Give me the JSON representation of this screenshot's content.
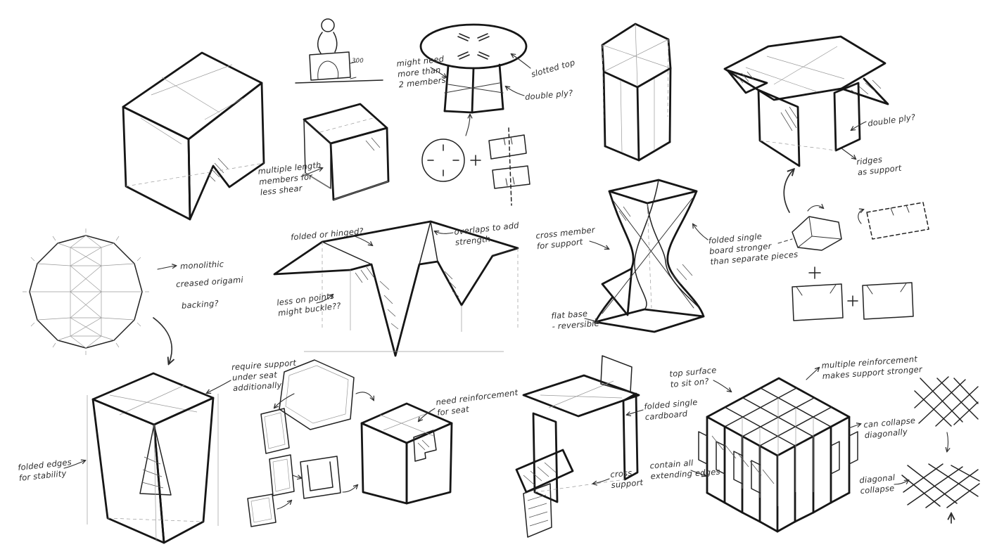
{
  "page": {
    "background": "#ffffff",
    "ink": "#161616",
    "construction_ink": "#9a9a9a",
    "annotation_ink": "#2e2e2e"
  },
  "annotations": {
    "scale_dimension": [
      "300"
    ],
    "more_members": [
      "might need",
      "more than",
      "2 members"
    ],
    "slotted_top": [
      "slotted top"
    ],
    "double_ply_round_table": [
      "double ply?"
    ],
    "multiple_length_members": [
      "multiple length",
      "members for",
      "less shear"
    ],
    "folded_or_hinged": [
      "folded or hinged?"
    ],
    "overlaps_strength": [
      "overlaps to add",
      "strength"
    ],
    "less_on_points": [
      "less on points",
      "might buckle??"
    ],
    "monolithic": [
      "monolithic"
    ],
    "creased_origami": [
      "creased origami"
    ],
    "backing": [
      "backing?"
    ],
    "cross_member": [
      "cross member",
      "for support"
    ],
    "folded_single_board": [
      "folded single",
      "board stronger",
      "than separate pieces"
    ],
    "flat_base_reversible": [
      "flat base",
      "- reversible"
    ],
    "double_ply_desk": [
      "double ply?"
    ],
    "ridges_as_support": [
      "ridges",
      "as support"
    ],
    "folded_edges_stability": [
      "folded edges",
      "for stability"
    ],
    "require_support": [
      "require support",
      "under seat",
      "additionally"
    ],
    "need_reinforcement": [
      "need reinforcement",
      "for seat"
    ],
    "folded_single_cardboard": [
      "folded single",
      "cardboard"
    ],
    "cross_support": [
      "cross",
      "support"
    ],
    "top_surface": [
      "top surface",
      "to sit on?"
    ],
    "multiple_reinforcement": [
      "multiple reinforcement",
      "makes support stronger"
    ],
    "contain_extending_edges": [
      "contain all",
      "extending edges"
    ],
    "collapse_diagonally": [
      "can collapse",
      "diagonally"
    ],
    "diagonal_collapse": [
      "diagonal",
      "collapse"
    ]
  }
}
